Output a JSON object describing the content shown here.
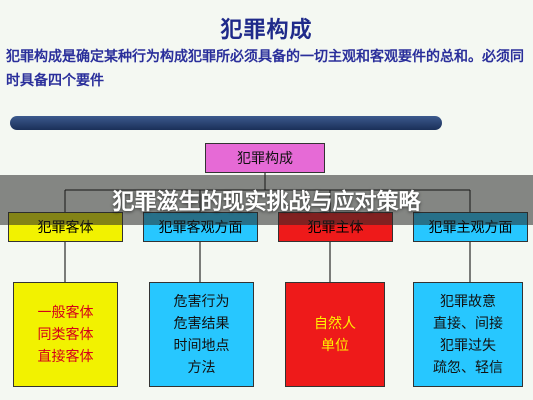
{
  "title": "犯罪构成",
  "definition": "犯罪构成是确定某种行为构成犯罪所必须具备的一切主观和客观要件的总和。必须同时具备四个要件",
  "banner": "犯罪滋生的现实挑战与应对策略",
  "root": "犯罪构成",
  "categories": [
    {
      "label": "犯罪客体",
      "color": "#f2f200"
    },
    {
      "label": "犯罪客观方面",
      "color": "#27c7ff"
    },
    {
      "label": "犯罪主体",
      "color": "#ee1a1a"
    },
    {
      "label": "犯罪主观方面",
      "color": "#27c7ff"
    }
  ],
  "leaves": [
    {
      "lines": [
        "一般客体",
        "同类客体",
        "直接客体"
      ]
    },
    {
      "lines": [
        "危害行为",
        "危害结果",
        "时间地点",
        "方法"
      ]
    },
    {
      "lines": [
        "自然人",
        "单位"
      ]
    },
    {
      "lines": [
        "犯罪故意",
        "直接、间接",
        "犯罪过失",
        "疏忽、轻信"
      ]
    }
  ]
}
